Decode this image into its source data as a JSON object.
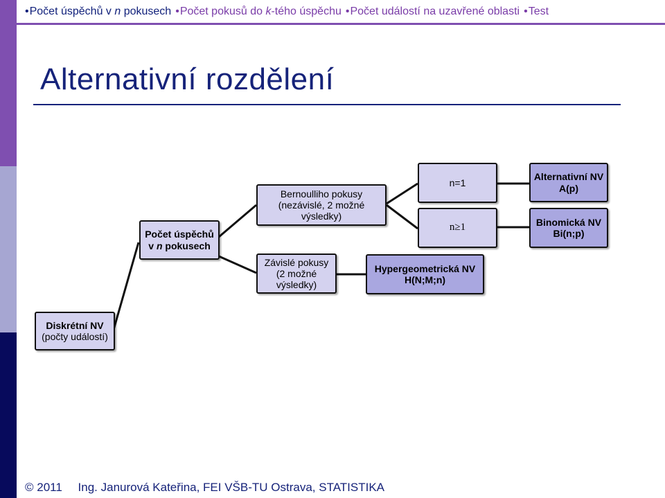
{
  "nav": {
    "items": [
      {
        "pre": "Počet úspěchů v ",
        "em": "n",
        "post": " pokusech",
        "active": true
      },
      {
        "pre": "Počet pokusů do ",
        "em": "k",
        "post": "-tého úspěchu",
        "active": false
      },
      {
        "pre": "Počet událostí na uzavřené oblasti",
        "em": "",
        "post": "",
        "active": false
      },
      {
        "pre": "Test",
        "em": "",
        "post": "",
        "active": false
      }
    ],
    "bullet": "•"
  },
  "title": "Alternativní rozdělení",
  "diagram": {
    "discrete": {
      "line1": "Diskrétní NV",
      "line2": "(počty událostí)"
    },
    "successes": {
      "line1": "Počet úspěchů",
      "line2_pre": "v ",
      "line2_em": "n",
      "line2_post": " pokusech"
    },
    "bernoulli": {
      "line1": "Bernoulliho pokusy",
      "line2": "(nezávislé, 2 možné",
      "line3": "výsledky)"
    },
    "dependent": {
      "line1": "Závislé pokusy",
      "line2": "(2 možné",
      "line3": "výsledky)"
    },
    "n_eq_1": {
      "line1": "n=1"
    },
    "n_ge_1": {
      "line1": "n≥1"
    },
    "alternative": {
      "line1": "Alternativní NV",
      "line2": "A(p)"
    },
    "binomial": {
      "line1": "Binomická NV",
      "line2": "Bi(n;p)"
    },
    "hypergeometric": {
      "line1": "Hypergeometrická NV",
      "line2": "H(N;M;n)"
    }
  },
  "footer": {
    "copyright": "© 2011",
    "author": "Ing. Janurová Kateřina, FEI VŠB-TU Ostrava, STATISTIKA"
  },
  "colors": {
    "purple": "#7f4fb0",
    "lavender": "#a6a6d2",
    "navy": "#070a5c",
    "title": "#16237a",
    "node_light": "#d4d2ef",
    "node_mid": "#a9a7e0"
  }
}
